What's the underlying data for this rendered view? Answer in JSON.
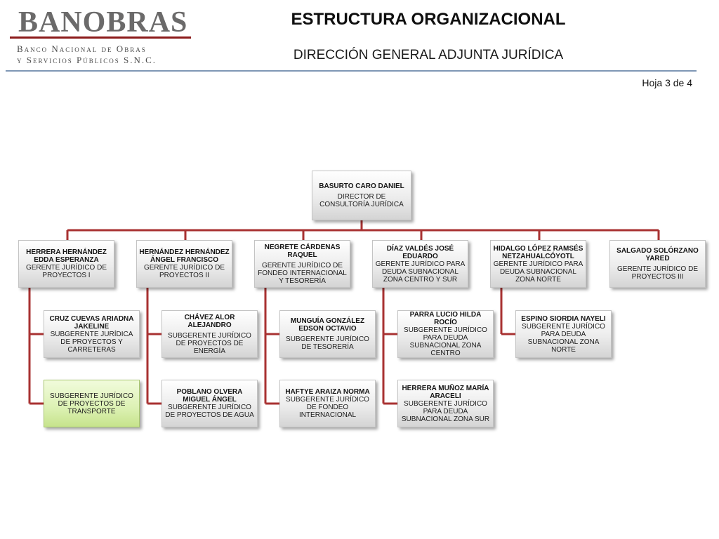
{
  "header": {
    "logo_word": "BANOBRAS",
    "logo_line1": "Banco Nacional de Obras",
    "logo_line2": "y Servicios Públicos S.N.C.",
    "title": "ESTRUCTURA ORGANIZACIONAL",
    "subtitle": "DIRECCIÓN GENERAL ADJUNTA JURÍDICA",
    "sheet": "Hoja 3 de 4"
  },
  "colors": {
    "connector": "#a83232",
    "rule": "#7f97b5",
    "highlight": "#d9f0ad"
  },
  "org": {
    "root": {
      "name": "BASURTO CARO DANIEL",
      "position": "DIRECTOR DE CONSULTORÍA JURÍDICA"
    },
    "managers": [
      {
        "name": "HERRERA HERNÁNDEZ EDDA ESPERANZA",
        "position": "GERENTE JURÍDICO DE PROYECTOS I"
      },
      {
        "name": "HERNÁNDEZ HERNÁNDEZ ÁNGEL FRANCISCO",
        "position": "GERENTE JURÍDICO DE PROYECTOS II"
      },
      {
        "name": "NEGRETE CÁRDENAS RAQUEL",
        "position": "GERENTE JURÍDICO DE FONDEO INTERNACIONAL Y TESORERÍA"
      },
      {
        "name": "DÍAZ VALDÉS JOSÉ EDUARDO",
        "position": "GERENTE JURÍDICO PARA DEUDA SUBNACIONAL ZONA CENTRO Y SUR"
      },
      {
        "name": "HIDALGO LÓPEZ RAMSÉS NETZAHUALCÓYOTL",
        "position": "GERENTE JURÍDICO PARA DEUDA SUBNACIONAL ZONA NORTE"
      },
      {
        "name": "SALGADO SOLÓRZANO YARED",
        "position": "GERENTE JURÍDICO DE PROYECTOS III"
      }
    ],
    "subordinates": [
      [
        {
          "name": "CRUZ CUEVAS ARIADNA JAKELINE",
          "position": "SUBGERENTE JURÍDICA DE PROYECTOS Y CARRETERAS"
        },
        {
          "name": "",
          "position": "SUBGERENTE JURÍDICO DE PROYECTOS DE TRANSPORTE",
          "vacant": true
        }
      ],
      [
        {
          "name": "CHÁVEZ ALOR ALEJANDRO",
          "position": "SUBGERENTE JURÍDICO DE PROYECTOS DE ENERGÍA"
        },
        {
          "name": "POBLANO OLVERA MIGUEL ÁNGEL",
          "position": "SUBGERENTE JURÍDICO DE PROYECTOS DE AGUA"
        }
      ],
      [
        {
          "name": "MUNGUÍA GONZÁLEZ EDSON OCTAVIO",
          "position": "SUBGERENTE JURÍDICO DE TESORERÍA"
        },
        {
          "name": "HAFTYE ARAIZA NORMA",
          "position": "SUBGERENTE JURÍDICO DE FONDEO INTERNACIONAL"
        }
      ],
      [
        {
          "name": "PARRA LUCIO HILDA ROCÍO",
          "position": "SUBGERENTE JURÍDICO PARA DEUDA SUBNACIONAL ZONA CENTRO"
        },
        {
          "name": "HERRERA MUÑOZ MARÍA ARACELI",
          "position": "SUBGERENTE JURÍDICO PARA DEUDA SUBNACIONAL ZONA SUR"
        }
      ],
      [
        {
          "name": "ESPINO SIORDIA NAYELI",
          "position": "SUBGERENTE JURÍDICO PARA DEUDA SUBNACIONAL ZONA NORTE"
        }
      ]
    ]
  }
}
